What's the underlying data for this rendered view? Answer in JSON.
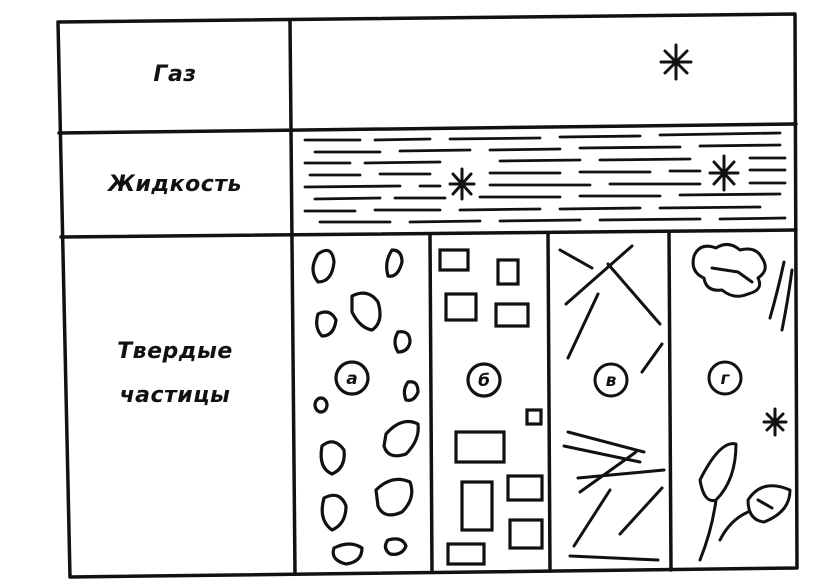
{
  "rows": {
    "gas": "Газ",
    "liquid": "Жидкость",
    "solid_line1": "Твердые",
    "solid_line2": "частицы"
  },
  "columns": [
    "а",
    "б",
    "в",
    "г"
  ],
  "colors": {
    "ink": "#111111",
    "background": "#ffffff"
  }
}
